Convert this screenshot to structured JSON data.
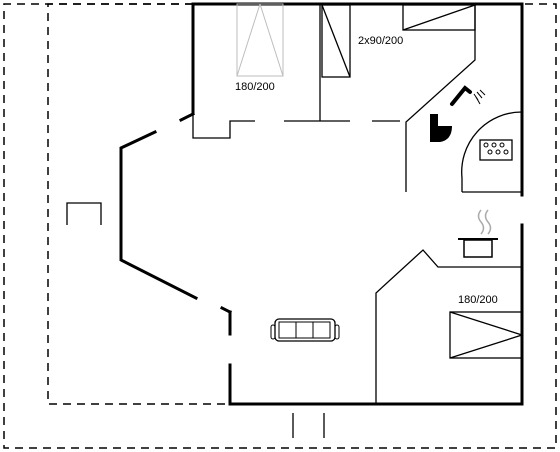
{
  "floorplan": {
    "labels": {
      "bed_top_left": "180/200",
      "bed_top_right": "2x90/200",
      "bed_bottom_right": "180/200"
    }
  }
}
